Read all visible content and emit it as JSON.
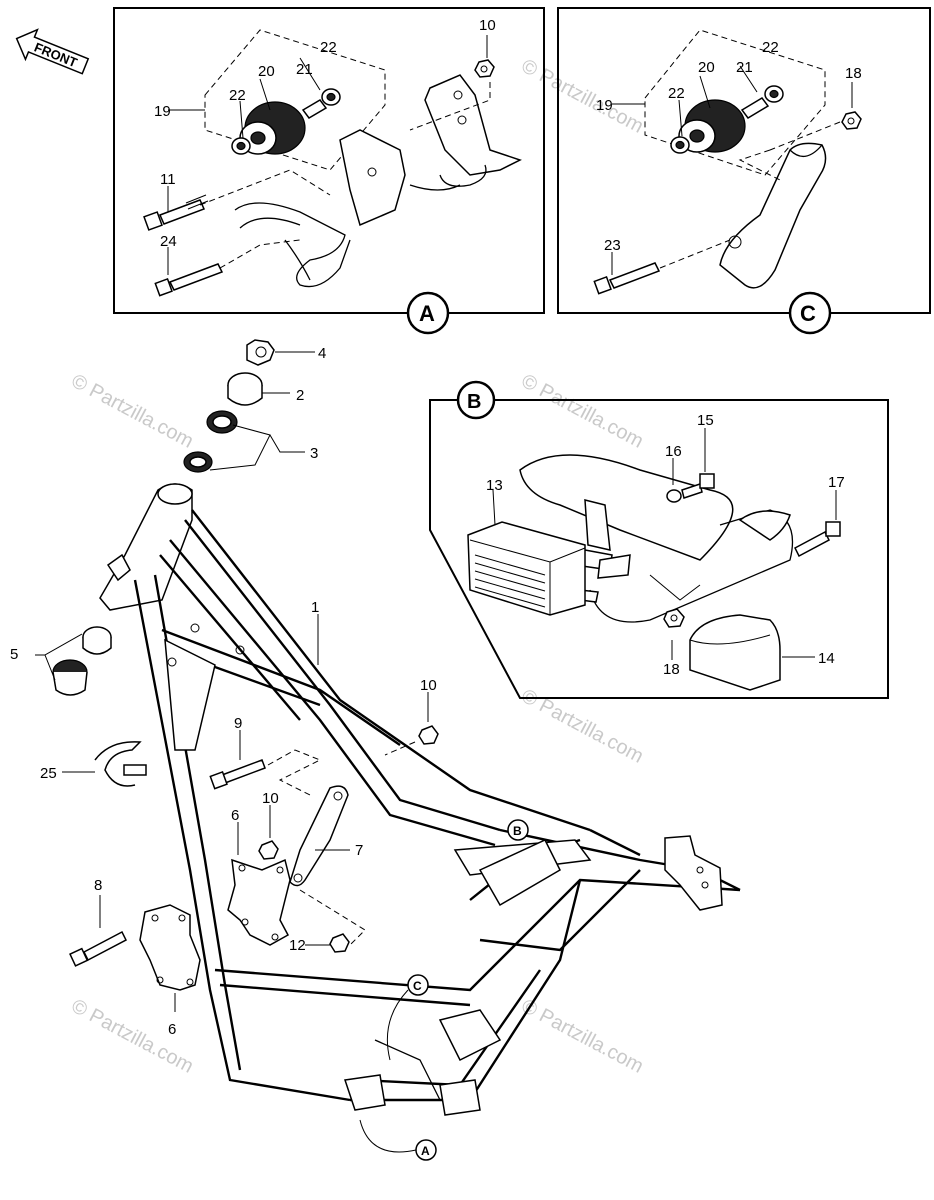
{
  "front_arrow": {
    "label": "FRONT"
  },
  "watermark": {
    "text": "© Partzilla.com"
  },
  "detail_labels": {
    "A": "A",
    "B": "B",
    "C": "C"
  },
  "callouts": {
    "c1": "1",
    "c2": "2",
    "c3": "3",
    "c4": "4",
    "c5": "5",
    "c6a": "6",
    "c6b": "6",
    "c7": "7",
    "c8": "8",
    "c9": "9",
    "c10a": "10",
    "c10b": "10",
    "c10c": "10",
    "c11": "11",
    "c12": "12",
    "c13": "13",
    "c14": "14",
    "c15": "15",
    "c16": "16",
    "c17": "17",
    "c18a": "18",
    "c18b": "18",
    "c19a": "19",
    "c19b": "19",
    "c20a": "20",
    "c20b": "20",
    "c21a": "21",
    "c21b": "21",
    "c22a": "22",
    "c22b": "22",
    "c22c": "22",
    "c23": "23",
    "c24": "24",
    "c25": "25"
  }
}
